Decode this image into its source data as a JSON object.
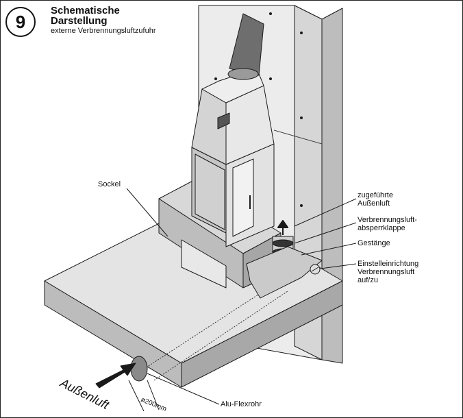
{
  "header": {
    "step_number": "9",
    "title_line1": "Schematische",
    "title_line2": "Darstellung",
    "subtitle": "externe Verbrennungsluftzufuhr"
  },
  "labels": {
    "sockel": "Sockel",
    "zugefuehrte_line1": "zugeführte",
    "zugefuehrte_line2": "Außenluft",
    "klappe_line1": "Verbrennungsluft-",
    "klappe_line2": "absperrklappe",
    "gestaenge": "Gestänge",
    "einstell_line1": "Einstelleinrichtung",
    "einstell_line2": "Verbrennungsluft",
    "einstell_line3": "auf/zu",
    "aussenluft": "Außenluft",
    "diameter": "ø200mm",
    "alu_flexrohr": "Alu-Flexrohr"
  },
  "colors": {
    "line": "#1a1a1a",
    "light_gray": "#e6e6e6",
    "mid_gray": "#c8c8c8",
    "dark_gray": "#9a9a9a",
    "pipe": "#6e6e6e"
  }
}
